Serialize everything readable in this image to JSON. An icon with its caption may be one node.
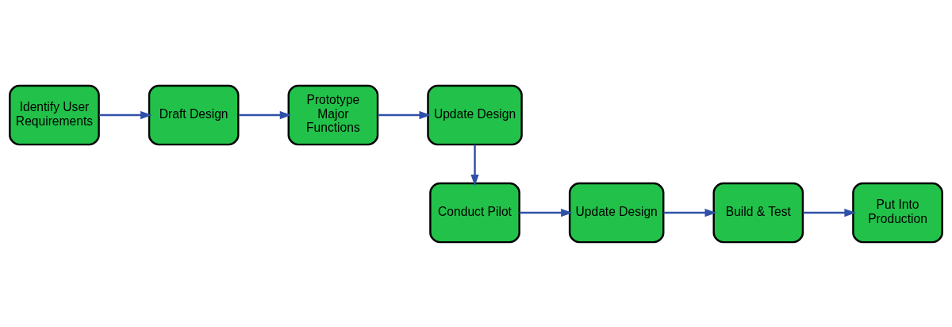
{
  "diagram": {
    "nodes": [
      {
        "text": [
          "Identify User Requirements"
        ]
      },
      {
        "text": [
          "Draft Design"
        ]
      },
      {
        "text": [
          "Prototype Major Functions"
        ]
      },
      {
        "text": [
          "Update Design"
        ]
      },
      {
        "text": [
          "Conduct Pilot"
        ]
      },
      {
        "text": [
          "Update Design"
        ]
      },
      {
        "text": [
          "Build & Test"
        ]
      },
      {
        "text": [
          "Put Into Production"
        ]
      }
    ],
    "edges": [
      {
        "from": 0,
        "to": 1,
        "arrow": "to"
      },
      {
        "from": 1,
        "to": 2,
        "arrow": "to"
      },
      {
        "from": 2,
        "to": 3,
        "arrow": "to"
      },
      {
        "from": 3,
        "to": 4,
        "arrow": "to"
      },
      {
        "from": 4,
        "to": 5,
        "arrow": "to"
      },
      {
        "from": 5,
        "to": 6,
        "arrow": "to"
      },
      {
        "from": 6,
        "to": 7,
        "arrow": "to"
      }
    ]
  }
}
